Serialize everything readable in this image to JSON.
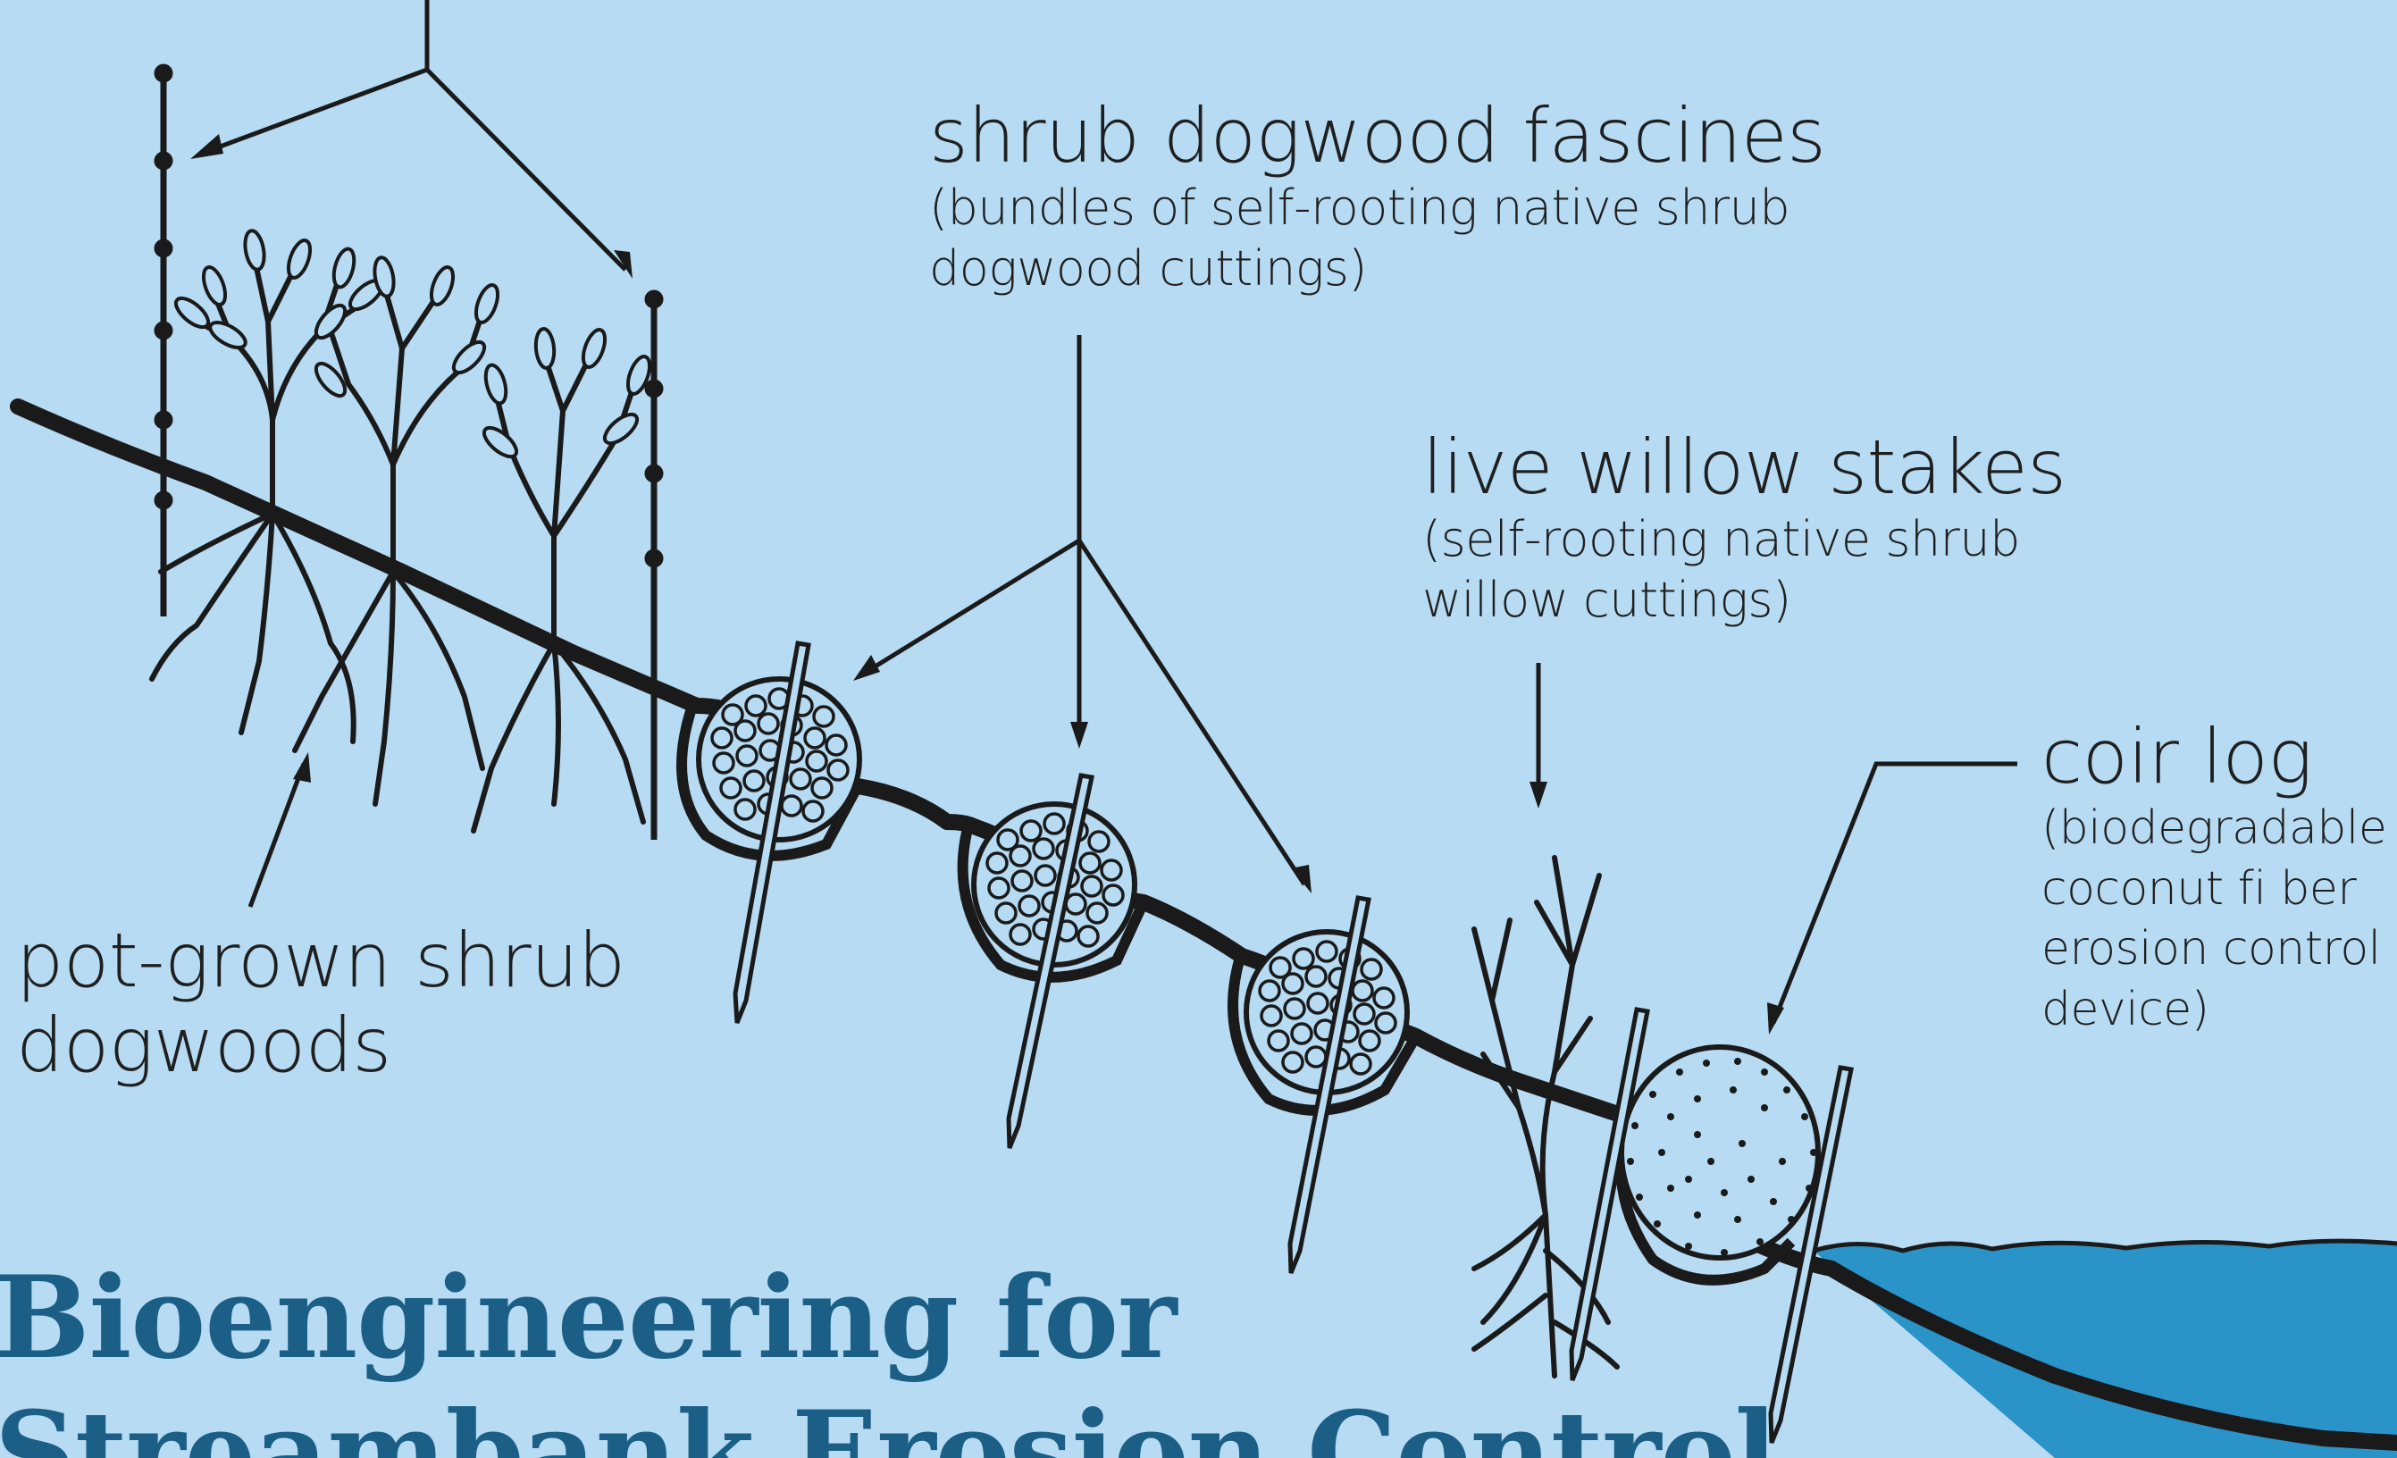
{
  "diagram": {
    "labels": {
      "fascines": {
        "title": "shrub dogwood fascines",
        "desc_line1": "(bundles of self-rooting native shrub",
        "desc_line2": "dogwood cuttings)"
      },
      "willow": {
        "title": "live willow stakes",
        "desc_line1": "(self-rooting native shrub",
        "desc_line2": "willow cuttings)"
      },
      "coir": {
        "title": "coir log",
        "desc_line1": "(biodegradable",
        "desc_line2": "coconut fi ber",
        "desc_line3": "erosion control",
        "desc_line4": "device)"
      },
      "shrubs": {
        "line1": "pot-grown shrub",
        "line2": "dogwoods"
      }
    },
    "title": {
      "line1": "Bioengineering for",
      "line2": "Streambank Erosion Control"
    },
    "colors": {
      "background": "#b6dbf2",
      "water": "#2a93c8",
      "ink": "#1a1a1a",
      "title": "#1b5f86"
    }
  }
}
